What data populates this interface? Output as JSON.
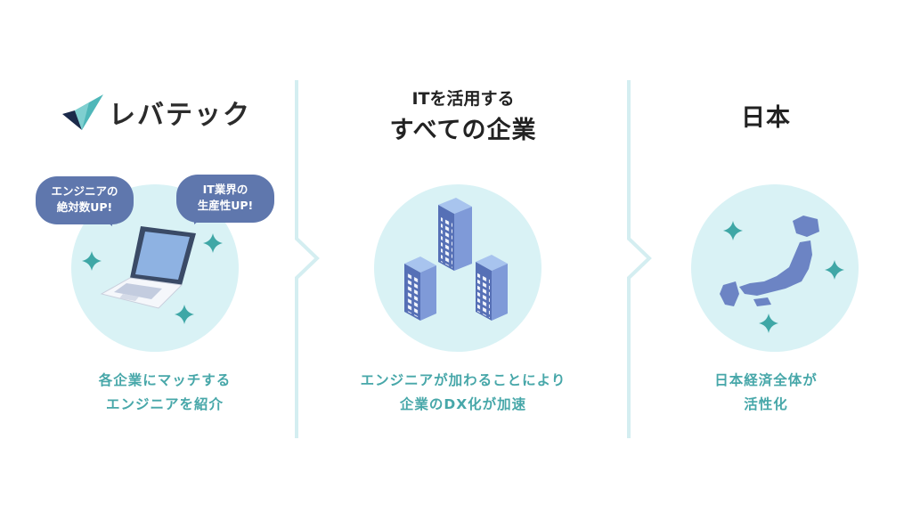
{
  "logo": {
    "icon": "brand-checkmark-icon",
    "text": "レバテック",
    "brand_dark": "#1b2a4a",
    "brand_teal": "#4fb7b9"
  },
  "columns": [
    {
      "bubbles": [
        {
          "line1": "エンジニアの",
          "line2": "絶対数UP!"
        },
        {
          "line1": "IT業界の",
          "line2": "生産性UP!"
        }
      ],
      "illustration": "laptop-icon",
      "caption": {
        "line1": "各企業にマッチする",
        "line2": "エンジニアを紹介"
      }
    },
    {
      "heading_small": "ITを活用する",
      "heading_large": "すべての企業",
      "illustration": "office-buildings-icon",
      "caption": {
        "line1": "エンジニアが加わることにより",
        "line2": "企業のDX化が加速"
      }
    },
    {
      "heading_large": "日本",
      "illustration": "japan-map-icon",
      "caption": {
        "line1": "日本経済全体が",
        "line2": "活性化"
      }
    }
  ],
  "colors": {
    "circle": "#d9f2f5",
    "bubble": "#5f77ad",
    "caption": "#47a7a9",
    "divider": "#d4eef1",
    "sparkle": "#3fa7a6"
  }
}
